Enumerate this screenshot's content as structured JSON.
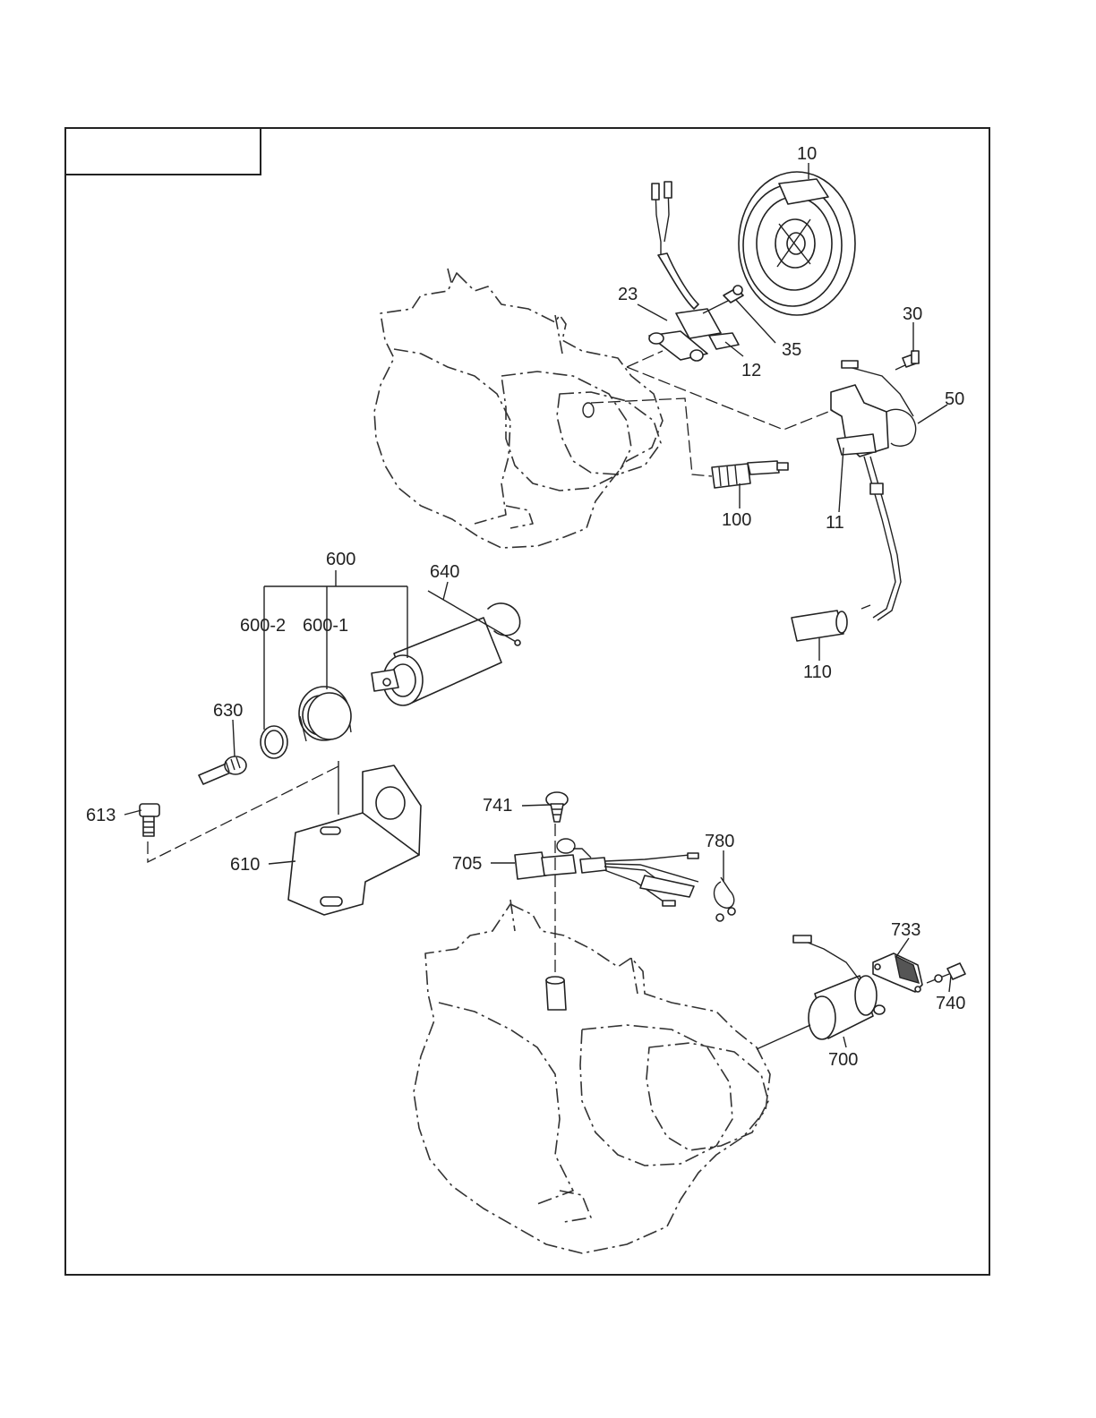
{
  "callouts": {
    "c10": "10",
    "c23": "23",
    "c35": "35",
    "c12": "12",
    "c30": "30",
    "c50": "50",
    "c100": "100",
    "c11": "11",
    "c110": "110",
    "c600": "600",
    "c640": "640",
    "c600_2": "600-2",
    "c600_1": "600-1",
    "c630": "630",
    "c613": "613",
    "c610": "610",
    "c741": "741",
    "c780": "780",
    "c705": "705",
    "c733": "733",
    "c740": "740",
    "c700": "700"
  }
}
